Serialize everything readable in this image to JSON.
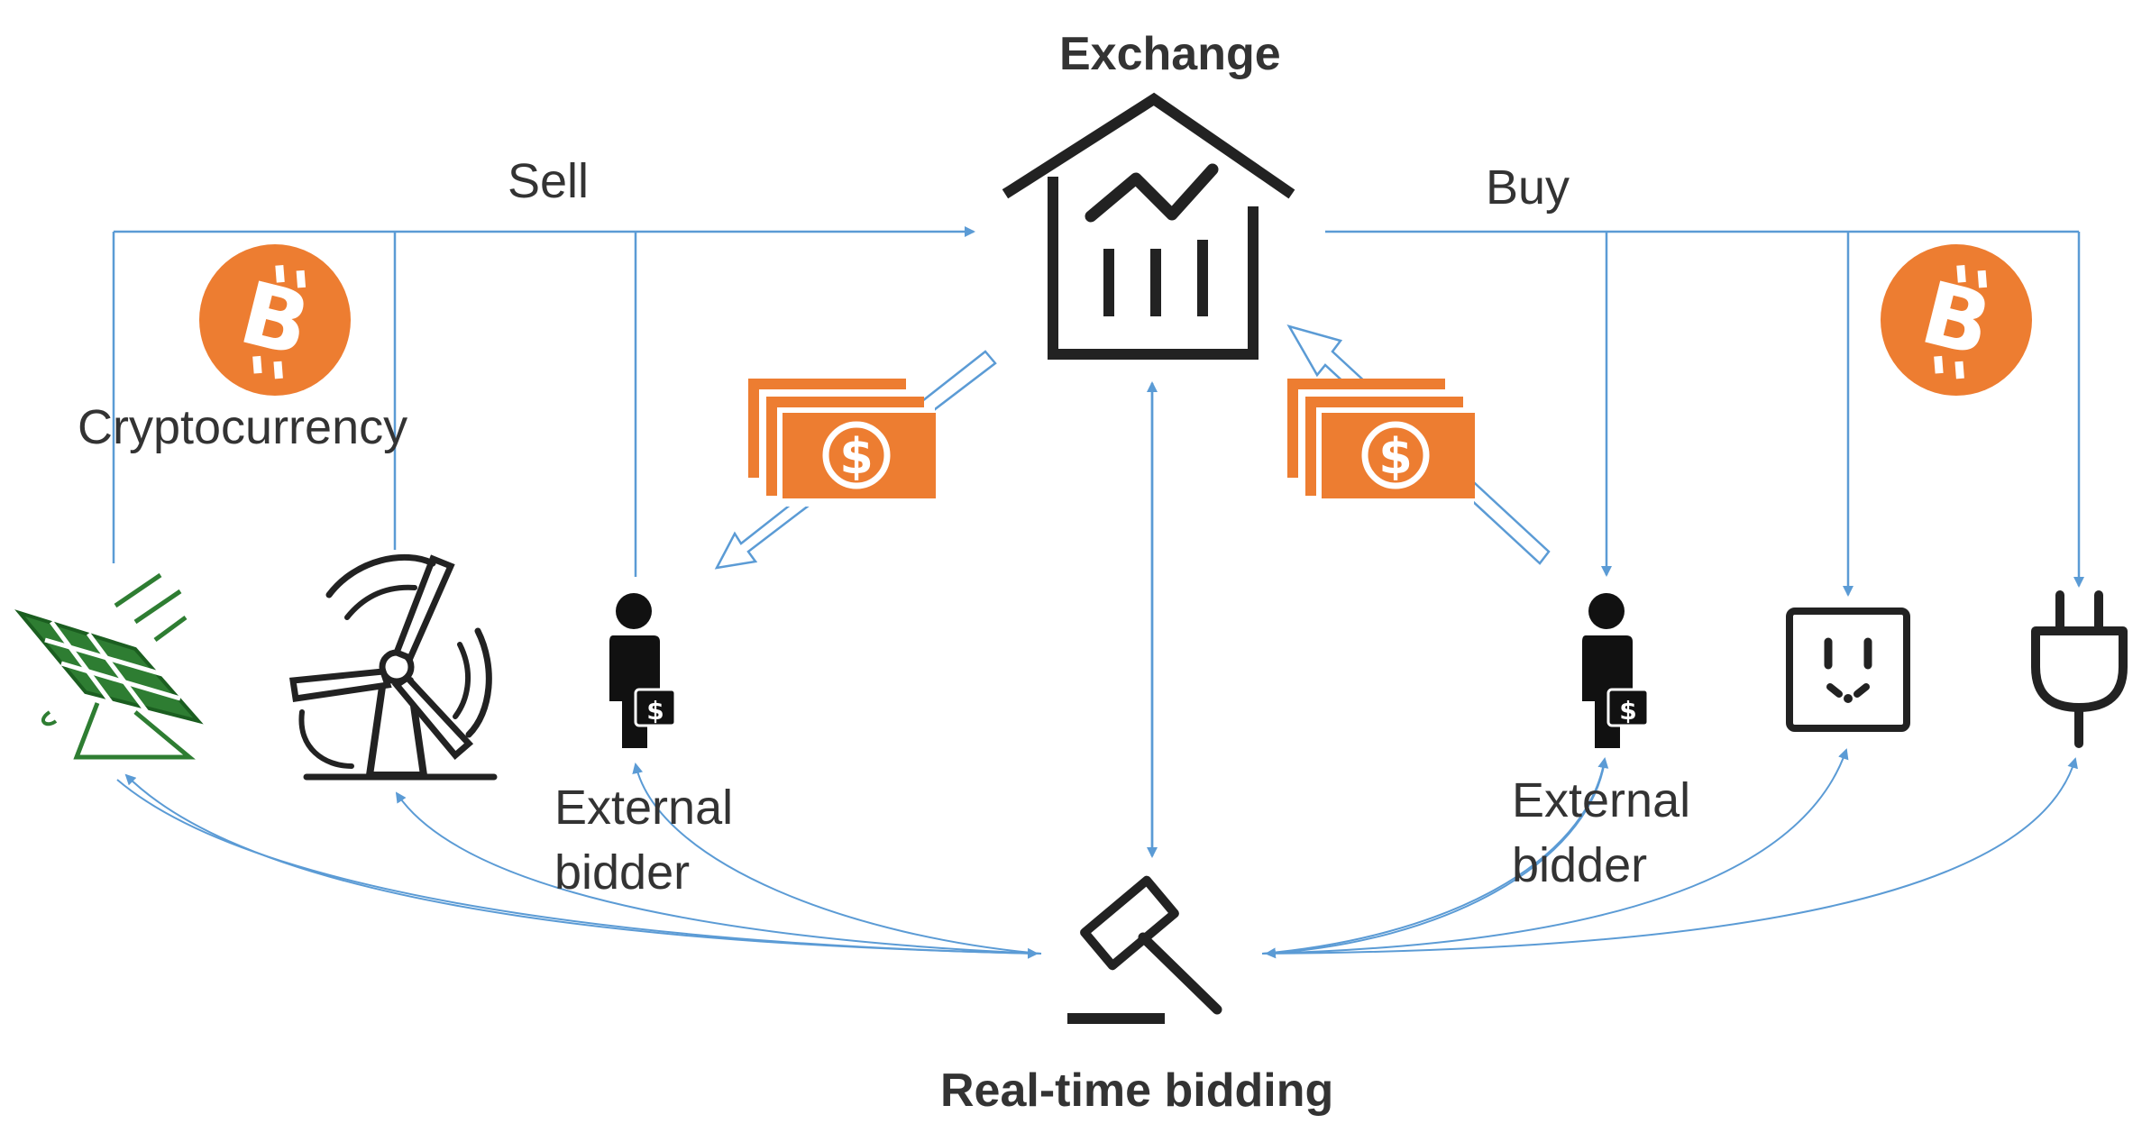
{
  "title": "Exchange",
  "bottom_label": "Real-time bidding",
  "sell_label": "Sell",
  "buy_label": "Buy",
  "crypto_label": "Cryptocurrency",
  "bidder_left": {
    "line1": "External",
    "line2": "bidder"
  },
  "bidder_right": {
    "line1": "External",
    "line2": "bidder"
  },
  "colors": {
    "arrow": "#5b9bd5",
    "orange": "#ed7d31",
    "solar_green": "#2e7d32",
    "icon": "#222222"
  },
  "icons": [
    "exchange-house-icon",
    "bitcoin-icon",
    "solar-panel-icon",
    "wind-turbine-icon",
    "businessman-icon",
    "money-bills-icon",
    "power-socket-icon",
    "power-plug-icon",
    "gavel-icon"
  ]
}
